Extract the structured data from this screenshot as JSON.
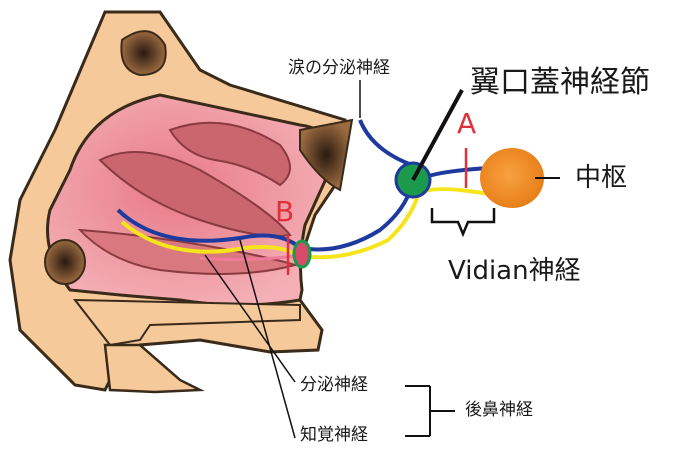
{
  "labels": {
    "lacrimal_secretory_nerve": "涙の分泌神経",
    "pterygopalatine_ganglion": "翼口蓋神経節",
    "center": "中枢",
    "vidian_nerve": "Vidian神経",
    "secretory_nerve": "分泌神経",
    "sensory_nerve": "知覚神経",
    "posterior_nasal_nerve": "後鼻神経",
    "point_a": "A",
    "point_b": "B"
  },
  "colors": {
    "skin": "#f5c99a",
    "outline": "#3a2a1a",
    "nasal_cavity": "#f2a0a6",
    "turbinate": "#c9666e",
    "blue_nerve": "#1f3a9e",
    "yellow_nerve": "#f5e51a",
    "pink_nerve": "#f07a9a",
    "ganglion": "#1a9a4a",
    "center_node": "#f08a1a",
    "cut_mark": "#e0303a"
  }
}
